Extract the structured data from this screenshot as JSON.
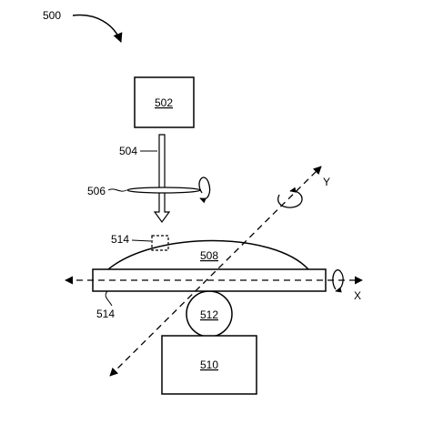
{
  "figure": {
    "ref": "500"
  },
  "components": {
    "box_top": "502",
    "beam": "504",
    "lens": "506",
    "dome": "508",
    "base": "510",
    "ball": "512",
    "marker": "514",
    "plate": "514"
  },
  "axes": {
    "x": "X",
    "y": "Y"
  },
  "colors": {
    "ink": "#000000",
    "paper": "#ffffff"
  }
}
